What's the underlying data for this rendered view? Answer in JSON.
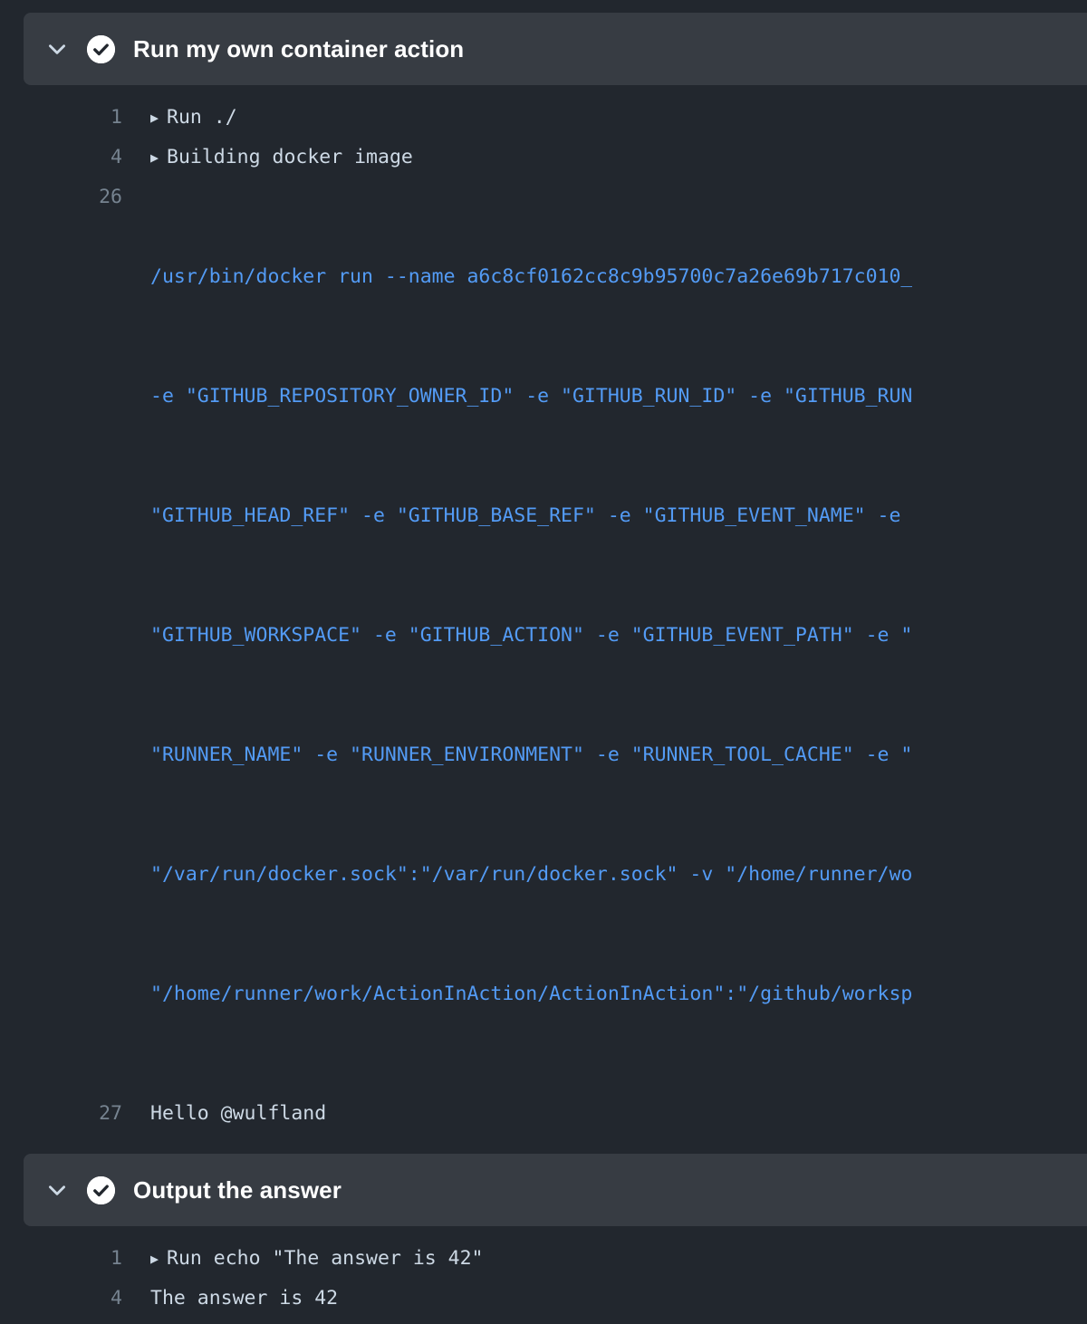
{
  "theme": {
    "page_background": "#22272e",
    "header_background": "#373c43",
    "title_color": "#ffffff",
    "line_number_color": "#768390",
    "log_text_color": "#cdd9e5",
    "command_color": "#539bf5",
    "status_icon_background": "#ffffff",
    "status_icon_check_color": "#22272e"
  },
  "steps": [
    {
      "title": "Run my own container action",
      "status": "success",
      "expanded": true,
      "chevron": "chevron-down-icon",
      "lines": [
        {
          "number": "1",
          "group": true,
          "text": "Run ./",
          "style": "plain"
        },
        {
          "number": "4",
          "group": true,
          "text": "Building docker image",
          "style": "plain"
        },
        {
          "number": "26",
          "group": false,
          "style": "command",
          "wrapped_text": [
            "/usr/bin/docker run --name a6c8cf0162cc8c9b95700c7a26e69b717c010_",
            "-e \"GITHUB_REPOSITORY_OWNER_ID\" -e \"GITHUB_RUN_ID\" -e \"GITHUB_RUN",
            "\"GITHUB_HEAD_REF\" -e \"GITHUB_BASE_REF\" -e \"GITHUB_EVENT_NAME\" -e",
            "\"GITHUB_WORKSPACE\" -e \"GITHUB_ACTION\" -e \"GITHUB_EVENT_PATH\" -e \"",
            "\"RUNNER_NAME\" -e \"RUNNER_ENVIRONMENT\" -e \"RUNNER_TOOL_CACHE\" -e \"",
            "\"/var/run/docker.sock\":\"/var/run/docker.sock\" -v \"/home/runner/wo",
            "\"/home/runner/work/ActionInAction/ActionInAction\":\"/github/worksp"
          ]
        },
        {
          "number": "27",
          "group": false,
          "text": "Hello @wulfland",
          "style": "plain"
        }
      ]
    },
    {
      "title": "Output the answer",
      "status": "success",
      "expanded": true,
      "chevron": "chevron-down-icon",
      "lines": [
        {
          "number": "1",
          "group": true,
          "text": "Run echo \"The answer is 42\"",
          "style": "plain"
        },
        {
          "number": "4",
          "group": false,
          "text": "The answer is 42",
          "style": "plain"
        }
      ]
    }
  ]
}
